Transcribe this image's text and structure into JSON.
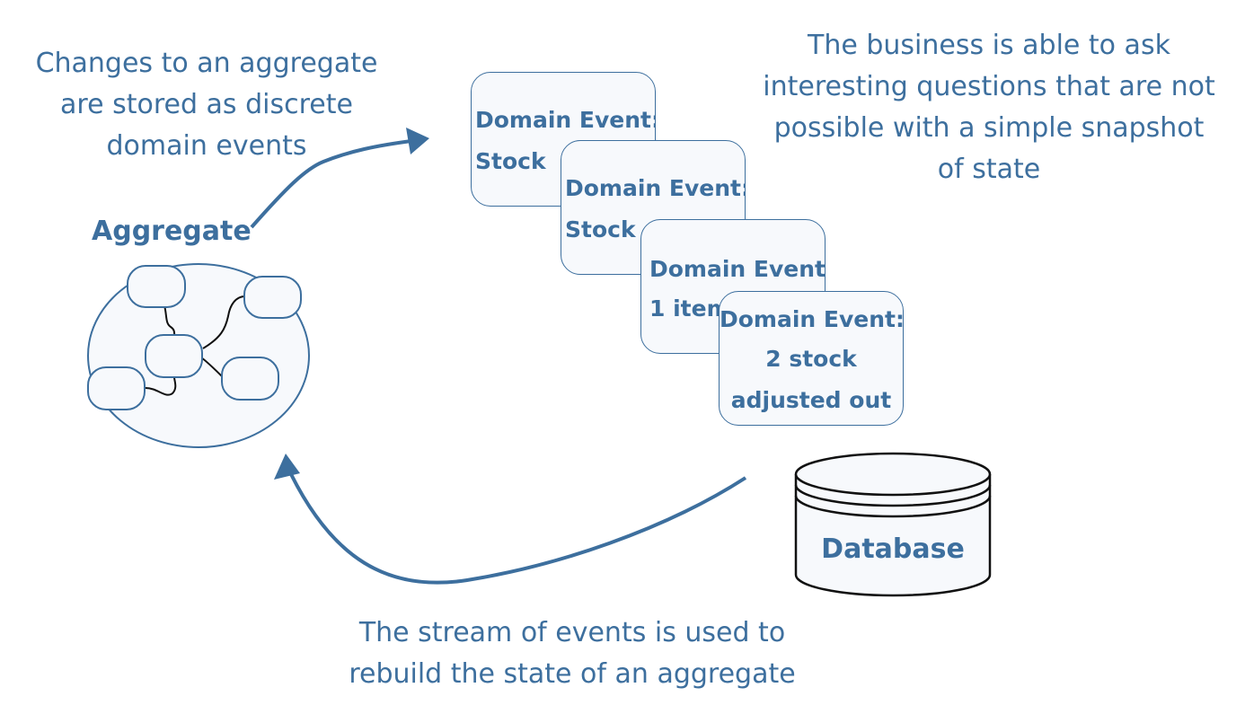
{
  "captions": {
    "changes": "Changes to an aggregate\nare stored as discrete\ndomain events",
    "business": "The business is able to ask\ninteresting questions that are not\npossible with a simple snapshot\nof state",
    "stream": "The stream of events is used to\nrebuild the state of an aggregate"
  },
  "aggregate": {
    "label": "Aggregate"
  },
  "events": [
    {
      "title": "Domain Event:",
      "line2": "Stock"
    },
    {
      "title": "Domain Event:",
      "line2": "Stock"
    },
    {
      "title": "Domain Event:",
      "line2": "1 item"
    },
    {
      "title": "Domain Event:",
      "line2": "2 stock",
      "line3": "adjusted out"
    }
  ],
  "database": {
    "label": "Database"
  },
  "colors": {
    "accent": "#3d6f9e",
    "fill": "#f7f9fc",
    "text": "#3d6f9e"
  }
}
